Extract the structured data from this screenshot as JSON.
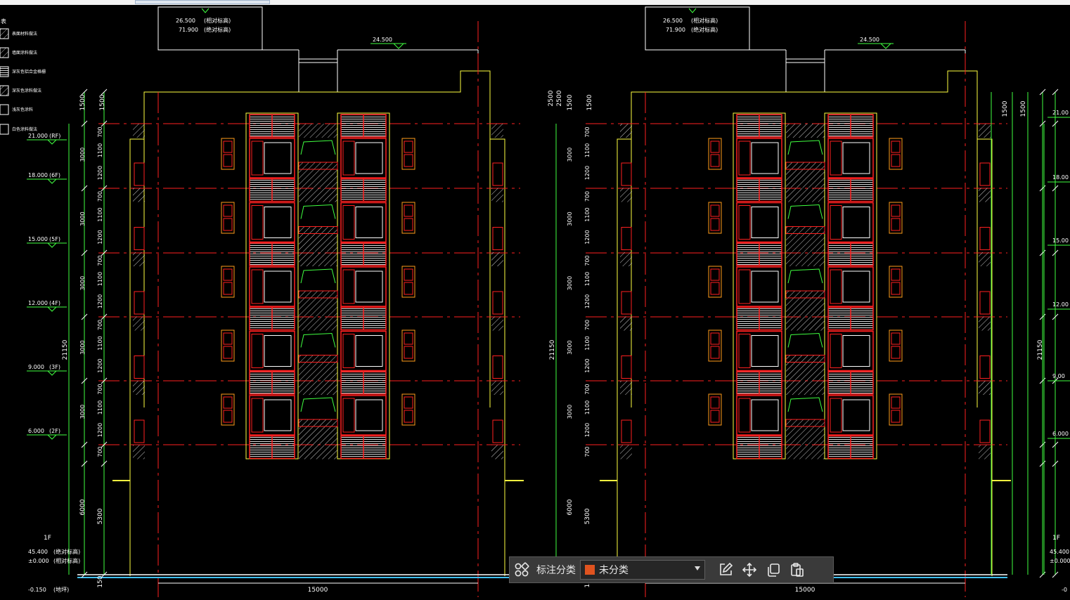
{
  "colors": {
    "background": "#000000",
    "red": "#ff2020",
    "green": "#40ff40",
    "yellow": "#ffff40",
    "white": "#ffffff",
    "orange": "#ff9c1a",
    "toolbar": "#3a3a3a",
    "category_swatch": "#e0531f"
  },
  "legend": {
    "title": "表",
    "items": [
      "表面材料做法",
      "墙面涂料做法",
      "深灰色铝合金格栅",
      "深灰色涂料做法",
      "浅灰色涂料",
      "白色涂料做法"
    ]
  },
  "left_elevation": {
    "roof_top_label": "26.500",
    "roof_top_tag": "(相对标高)",
    "roof_abs_label": "71.900",
    "roof_abs_tag": "(绝对标高)",
    "parapet_label": "24.500",
    "levels": [
      {
        "elev": "21.000",
        "floor": "(RF)"
      },
      {
        "elev": "18.000",
        "floor": "(6F)"
      },
      {
        "elev": "15.000",
        "floor": "(5F)"
      },
      {
        "elev": "12.000",
        "floor": "(4F)"
      },
      {
        "elev": "9.000",
        "floor": "(3F)"
      },
      {
        "elev": "6.000",
        "floor": "(2F)"
      }
    ],
    "ground_floor": "1F",
    "ground_abs": "45.400",
    "ground_abs_tag": "(绝对标高)",
    "ground_rel": "±0.000",
    "ground_rel_tag": "(相对标高)",
    "grade_elev": "-0.150",
    "grade_tag": "(地坪)",
    "width_dim": "15000",
    "total_height": "21150"
  },
  "right_elevation": {
    "roof_top_label": "26.500",
    "roof_top_tag": "(相对标高)",
    "roof_abs_label": "71.900",
    "roof_abs_tag": "(绝对标高)",
    "parapet_label": "24.500",
    "level_labels": [
      "21.00",
      "18.00",
      "15.00",
      "12.00",
      "9.00",
      "6.000"
    ],
    "ground_floor": "1F",
    "ground_abs": "45.400",
    "ground_rel": "±0.000",
    "grade_elev": "-0",
    "width_dim": "15000",
    "total_height": "21150"
  },
  "dimensions": {
    "bottom_storey": [
      "6000",
      "5300"
    ],
    "storey_segments": [
      "700",
      "1200",
      "1100",
      "700"
    ],
    "storey_total": "3000",
    "top_segments": [
      "1500",
      "1500"
    ],
    "roof_segments": [
      "2500",
      "2500"
    ],
    "base": "150"
  },
  "toolbar": {
    "label": "标注分类",
    "selected": "未分类",
    "icons": [
      "grid-icon",
      "edit-icon",
      "move-icon",
      "copy-icon",
      "paste-icon"
    ]
  }
}
